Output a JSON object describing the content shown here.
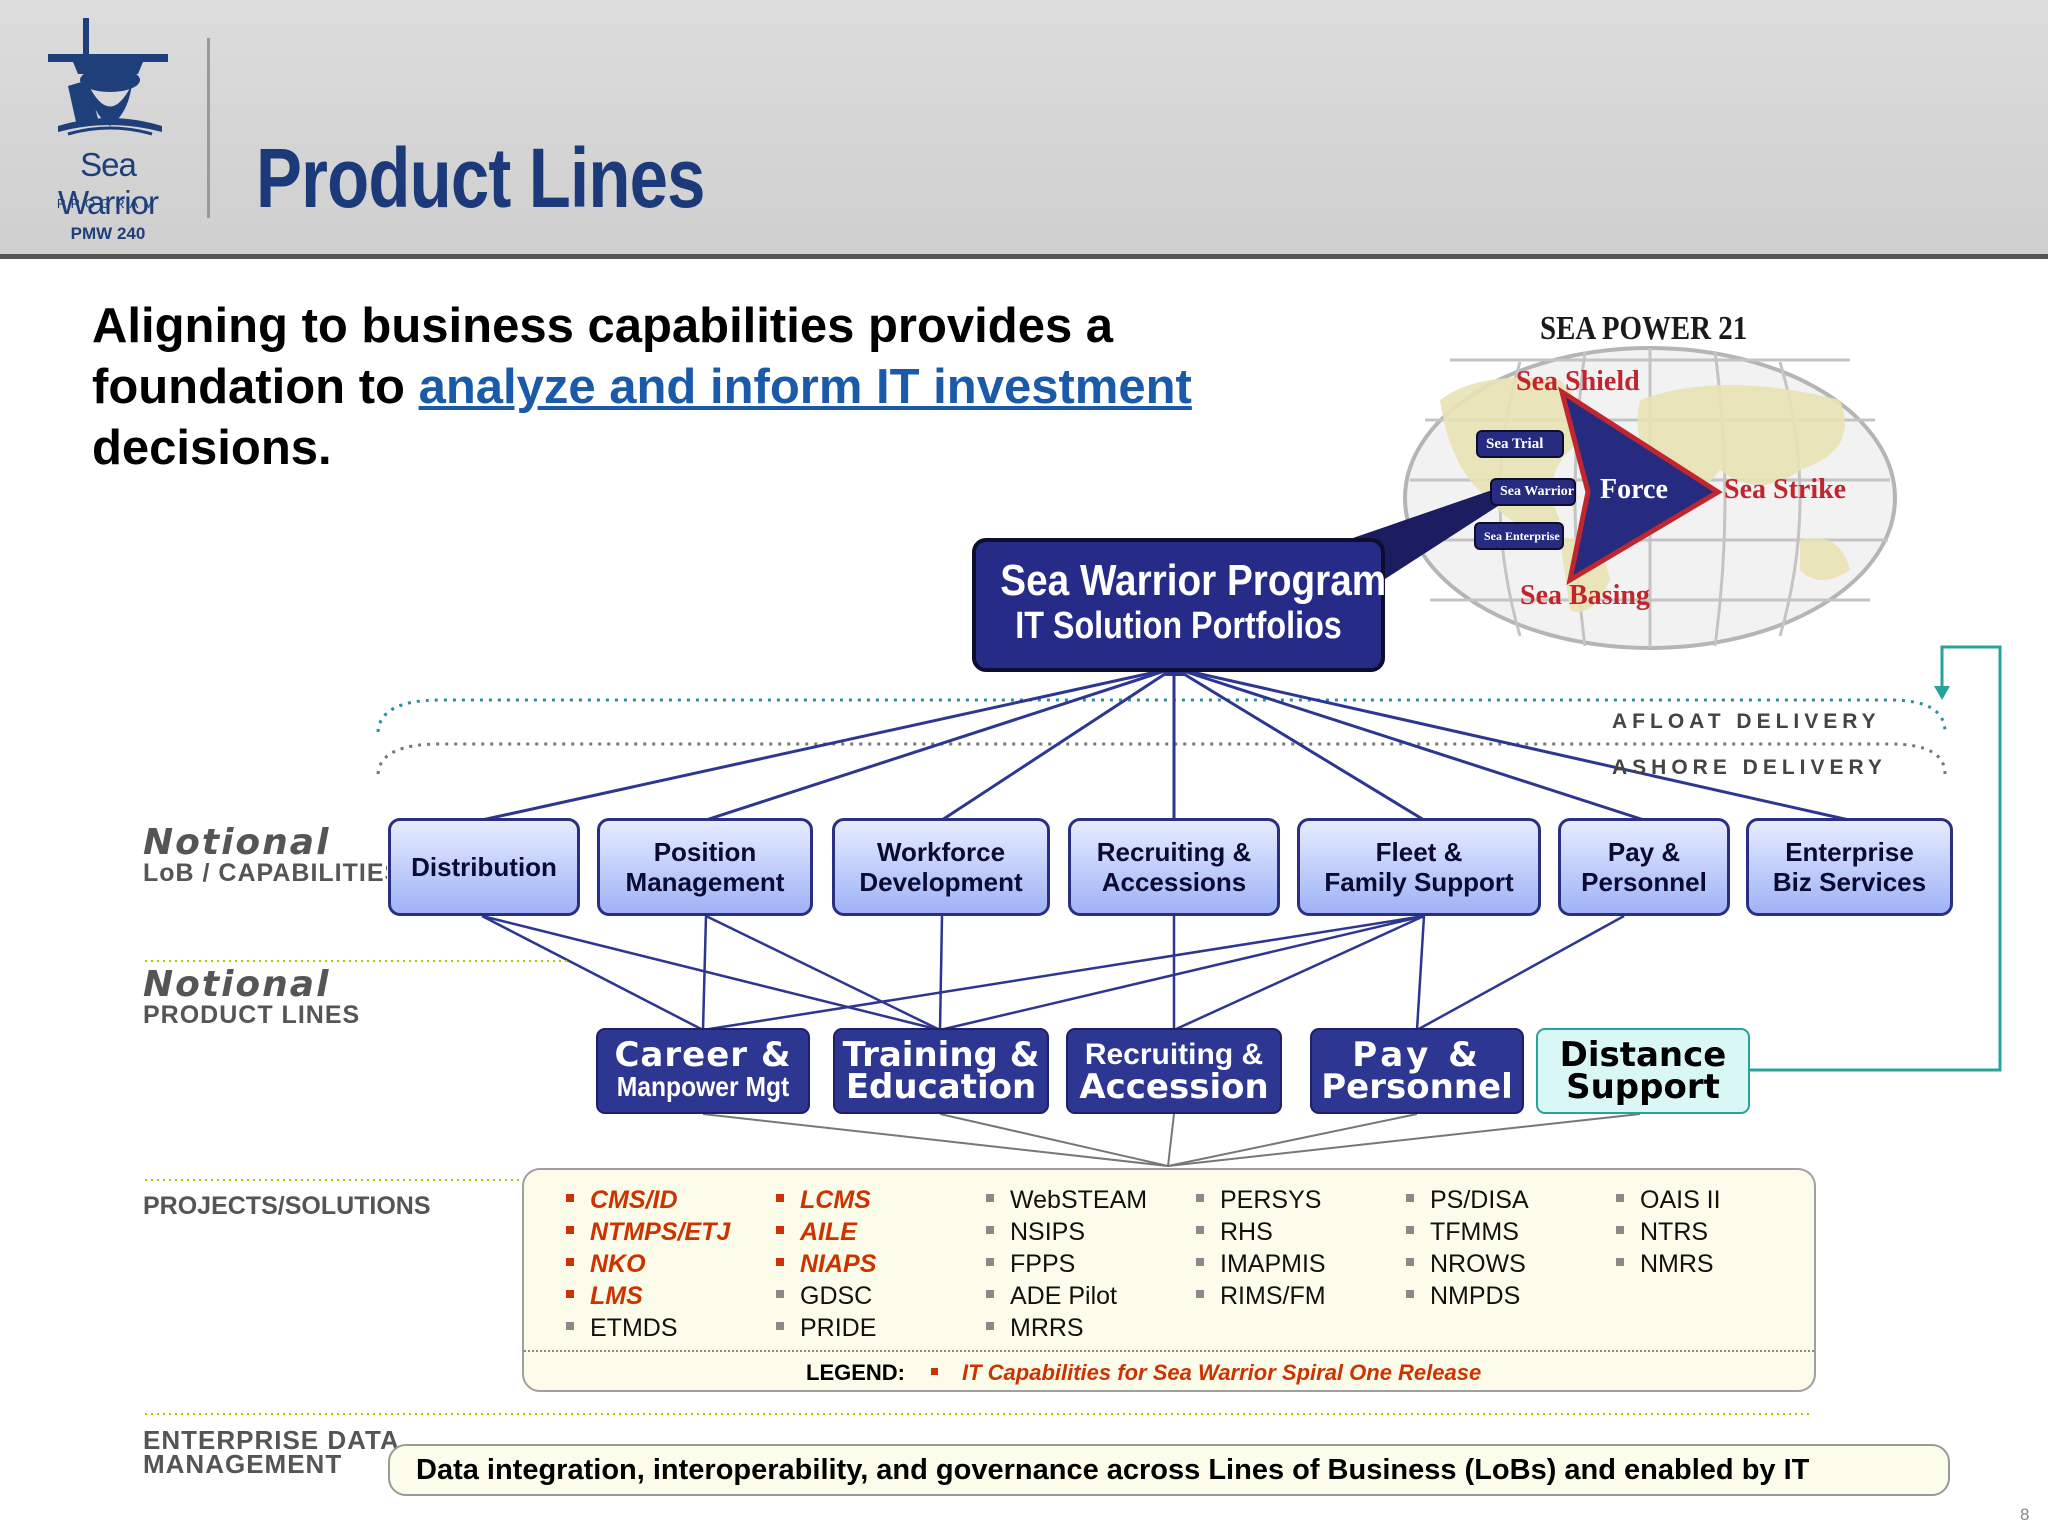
{
  "header": {
    "logo": {
      "name": "Sea Warrior",
      "program": "PROGRAM",
      "code": "PMW 240"
    },
    "title": "Product Lines"
  },
  "subtitle": {
    "part1": "Aligning to business capabilities provides a foundation to ",
    "link": "analyze and inform IT investment",
    "part2": " decisions."
  },
  "sea_power": {
    "title": "SEA POWER 21",
    "shield": "Sea Shield",
    "strike": "Sea Strike",
    "basing": "Sea Basing",
    "force": "Force",
    "pills": [
      "Sea Trial",
      "Sea Warrior",
      "Sea Enterprise"
    ]
  },
  "portfolio": {
    "line1": "Sea Warrior Program",
    "line2": "IT Solution Portfolios"
  },
  "delivery": {
    "afloat": "AFLOAT DELIVERY",
    "ashore": "ASHORE DELIVERY"
  },
  "labels": {
    "notional": "Notional",
    "lob": "LoB / CAPABILITIES",
    "product_lines": "PRODUCT LINES",
    "projects": "PROJECTS/SOLUTIONS",
    "edm1": "ENTERPRISE DATA",
    "edm2": "MANAGEMENT"
  },
  "capabilities": [
    {
      "l1": "Distribution",
      "l2": ""
    },
    {
      "l1": "Position",
      "l2": "Management"
    },
    {
      "l1": "Workforce",
      "l2": "Development"
    },
    {
      "l1": "Recruiting &",
      "l2": "Accessions"
    },
    {
      "l1": "Fleet &",
      "l2": "Family Support"
    },
    {
      "l1": "Pay &",
      "l2": "Personnel"
    },
    {
      "l1": "Enterprise",
      "l2": "Biz Services"
    }
  ],
  "product_lines": [
    {
      "l1": "Career &",
      "l2": "Manpower Mgt"
    },
    {
      "l1": "Training &",
      "l2": "Education"
    },
    {
      "l1": "Recruiting &",
      "l2": "Accession"
    },
    {
      "l1": "Pay &",
      "l2": "Personnel"
    },
    {
      "l1": "Distance",
      "l2": "Support"
    }
  ],
  "projects": {
    "columns": [
      [
        {
          "t": "CMS/ID",
          "r": true
        },
        {
          "t": "NTMPS/ETJ",
          "r": true
        },
        {
          "t": "NKO",
          "r": true
        },
        {
          "t": "LMS",
          "r": true
        },
        {
          "t": "ETMDS",
          "r": false
        }
      ],
      [
        {
          "t": "LCMS",
          "r": true
        },
        {
          "t": "AILE",
          "r": true
        },
        {
          "t": "NIAPS",
          "r": true
        },
        {
          "t": "GDSC",
          "r": false
        },
        {
          "t": "PRIDE",
          "r": false
        }
      ],
      [
        {
          "t": "WebSTEAM",
          "r": false
        },
        {
          "t": "NSIPS",
          "r": false
        },
        {
          "t": "FPPS",
          "r": false
        },
        {
          "t": "ADE Pilot",
          "r": false
        },
        {
          "t": "MRRS",
          "r": false
        }
      ],
      [
        {
          "t": "PERSYS",
          "r": false
        },
        {
          "t": "RHS",
          "r": false
        },
        {
          "t": "IMAPMIS",
          "r": false
        },
        {
          "t": "RIMS/FM",
          "r": false
        }
      ],
      [
        {
          "t": "PS/DISA",
          "r": false
        },
        {
          "t": "TFMMS",
          "r": false
        },
        {
          "t": "NROWS",
          "r": false
        },
        {
          "t": "NMPDS",
          "r": false
        }
      ],
      [
        {
          "t": "OAIS II",
          "r": false
        },
        {
          "t": "NTRS",
          "r": false
        },
        {
          "t": "NMRS",
          "r": false
        }
      ]
    ],
    "legend_label": "LEGEND:",
    "legend_text": "IT Capabilities for Sea Warrior Spiral One Release"
  },
  "edm_text": "Data integration, interoperability, and governance across Lines of Business (LoBs) and enabled by IT",
  "page_number": "8",
  "colors": {
    "navy": "#2d3691",
    "title_blue": "#1c3a7a",
    "red": "#cc3300",
    "teal": "#29a39a"
  }
}
